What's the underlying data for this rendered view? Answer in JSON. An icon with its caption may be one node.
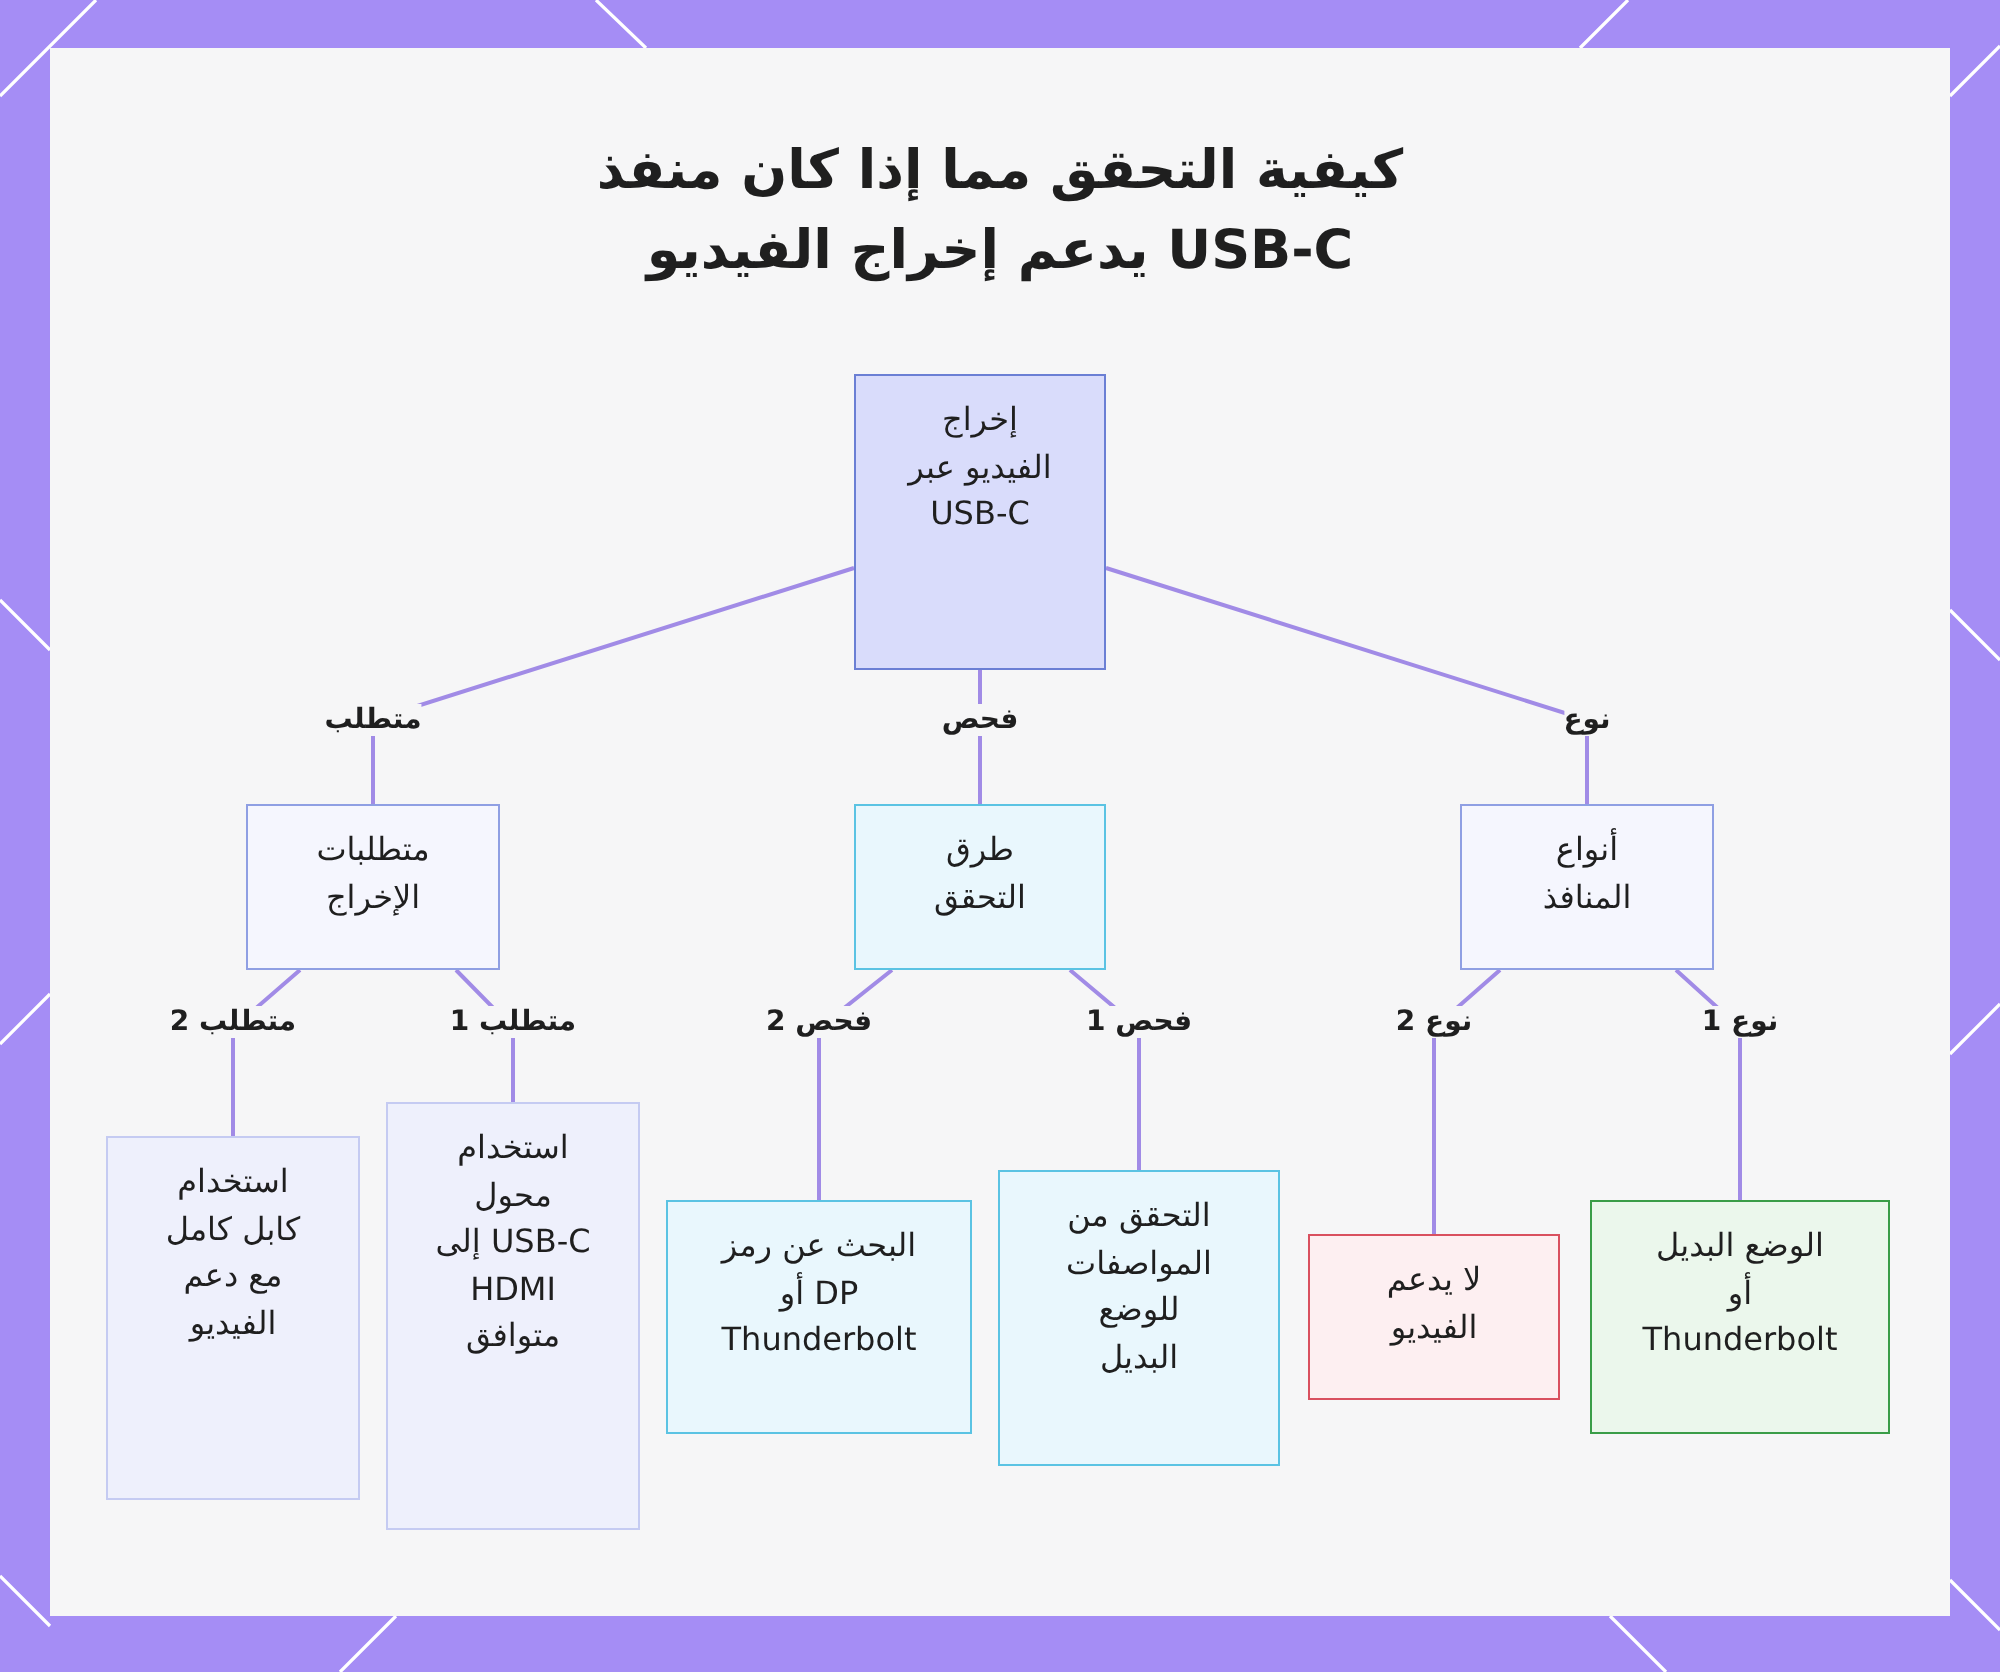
{
  "diagram": {
    "title": "كيفية التحقق مما إذا كان منفذ USB-C يدعم إخراج الفيديو",
    "nodes": [
      {
        "text": [
          "إخراج الفيديو عبر USB-C"
        ]
      },
      {
        "text": [
          "أنواع المنافذ"
        ]
      },
      {
        "text": [
          "طرق التحقق"
        ]
      },
      {
        "text": [
          "متطلبات الإخراج"
        ]
      },
      {
        "text": [
          "الوضع البديل أو Thunderbolt"
        ]
      },
      {
        "text": [
          "لا يدعم الفيديو"
        ]
      },
      {
        "text": [
          "التحقق من المواصفات للوضع البديل"
        ]
      },
      {
        "text": [
          "البحث عن رمز DP أو Thunderbolt"
        ]
      },
      {
        "text": [
          "استخدام محول USB-C إلى HDMI متوافق"
        ]
      },
      {
        "text": [
          "استخدام كابل كامل مع دعم الفيديو"
        ]
      }
    ],
    "edges": [
      {
        "from": 0,
        "to": 1,
        "arrow": "none",
        "label": "نوع"
      },
      {
        "from": 0,
        "to": 2,
        "arrow": "none",
        "label": "فحص"
      },
      {
        "from": 0,
        "to": 3,
        "arrow": "none",
        "label": "متطلب"
      },
      {
        "from": 1,
        "to": 4,
        "arrow": "none",
        "label": "نوع 1"
      },
      {
        "from": 1,
        "to": 5,
        "arrow": "none",
        "label": "نوع 2"
      },
      {
        "from": 2,
        "to": 6,
        "arrow": "none",
        "label": "فحص 1"
      },
      {
        "from": 2,
        "to": 7,
        "arrow": "none",
        "label": "فحص 2"
      },
      {
        "from": 3,
        "to": 8,
        "arrow": "none",
        "label": "متطلب 1"
      },
      {
        "from": 3,
        "to": 9,
        "arrow": "none",
        "label": "متطلب 2"
      }
    ]
  }
}
